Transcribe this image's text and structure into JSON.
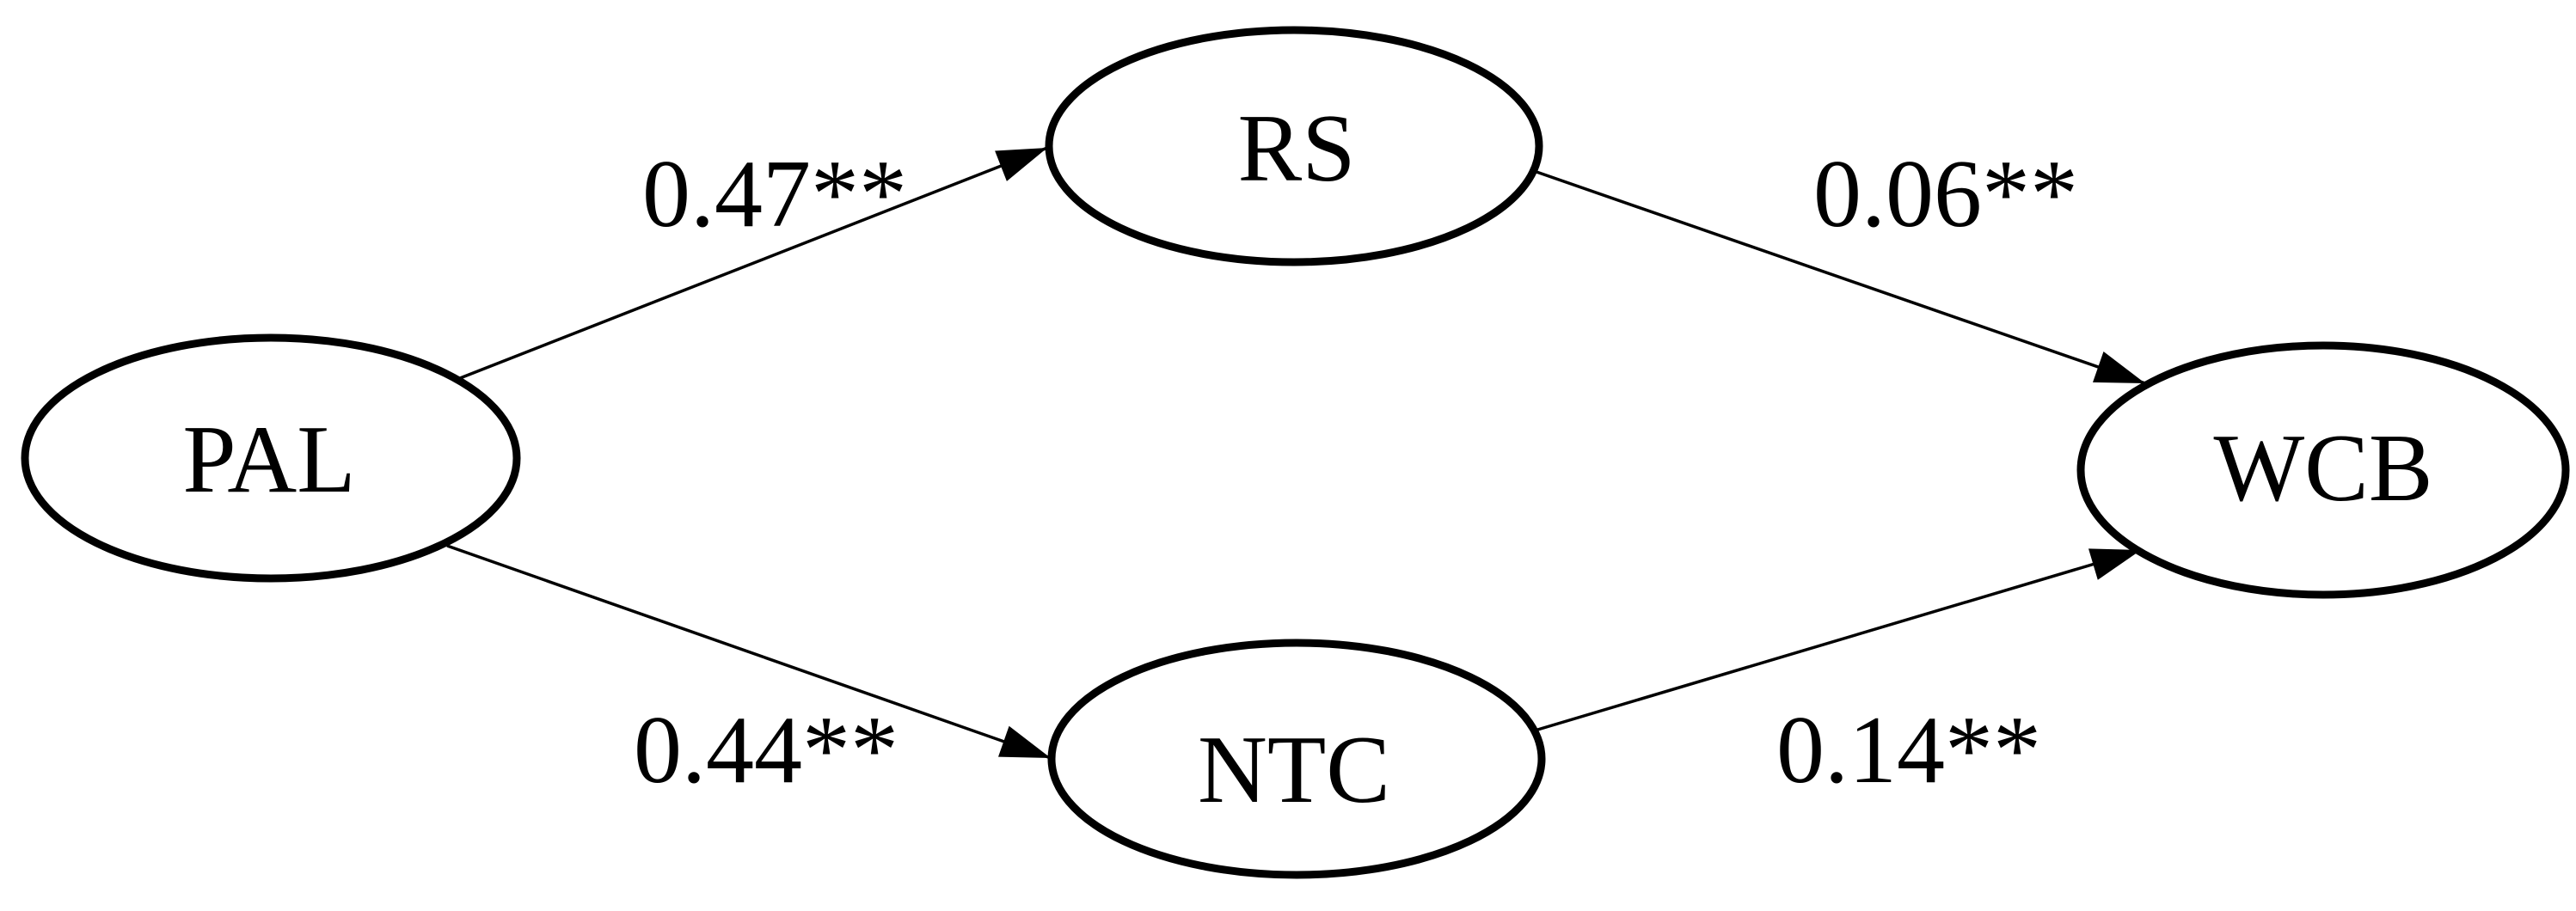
{
  "diagram": {
    "type": "structural-path-model",
    "colors": {
      "background": "#ffffff",
      "node_fill": "#ffffff",
      "stroke": "#000000",
      "text": "#000000"
    },
    "nodes": [
      {
        "id": "PAL",
        "label": "PAL",
        "shape": "ellipse",
        "position": "left-middle"
      },
      {
        "id": "RS",
        "label": "RS",
        "shape": "ellipse",
        "position": "top-center"
      },
      {
        "id": "NTC",
        "label": "NTC",
        "shape": "ellipse",
        "position": "bottom-center"
      },
      {
        "id": "WCB",
        "label": "WCB",
        "shape": "ellipse",
        "position": "right-middle"
      }
    ],
    "edges": [
      {
        "from": "PAL",
        "to": "RS",
        "label": "0.47**",
        "value": 0.47,
        "significance": "**"
      },
      {
        "from": "PAL",
        "to": "NTC",
        "label": "0.44**",
        "value": 0.44,
        "significance": "**"
      },
      {
        "from": "RS",
        "to": "WCB",
        "label": "0.06**",
        "value": 0.06,
        "significance": "**"
      },
      {
        "from": "NTC",
        "to": "WCB",
        "label": "0.14**",
        "value": 0.14,
        "significance": "**"
      }
    ]
  }
}
